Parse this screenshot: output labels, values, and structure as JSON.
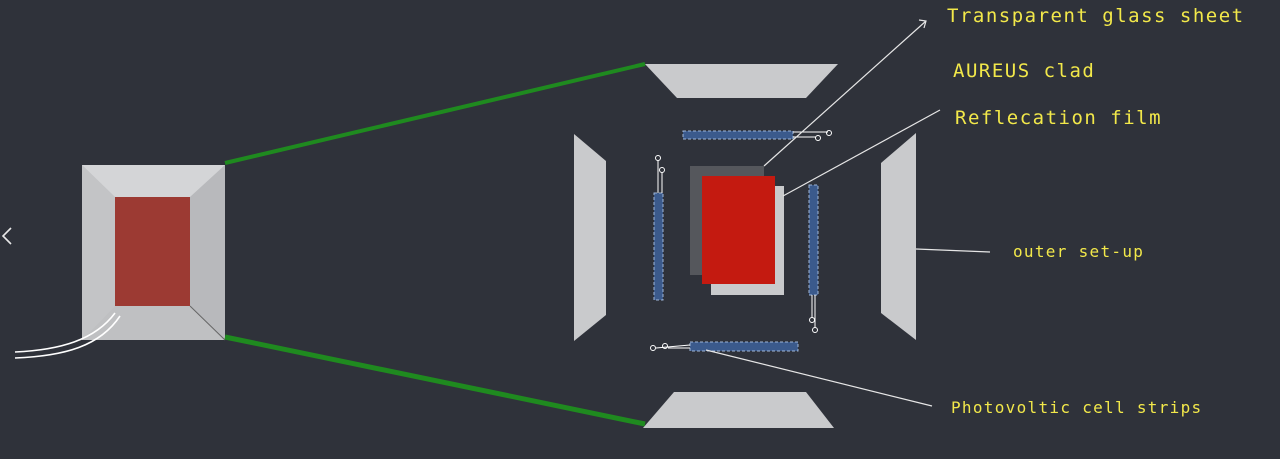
{
  "labels": {
    "glass": "Transparent glass sheet",
    "aureus": "AUREUS clad",
    "reflection": "Reflecation film",
    "outer": "outer set-up",
    "pv": "Photovoltic cell strips"
  },
  "colors": {
    "background": "#2f323a",
    "frame": "#c9cacc",
    "red_panel": "#c41a10",
    "dark_red_panel": "#9c3a33",
    "pv_strip": "#3b5a8c",
    "green_line": "#1f8a1f",
    "label_text": "#f2e84a"
  },
  "icons": {
    "back": "chevron-left-icon"
  }
}
